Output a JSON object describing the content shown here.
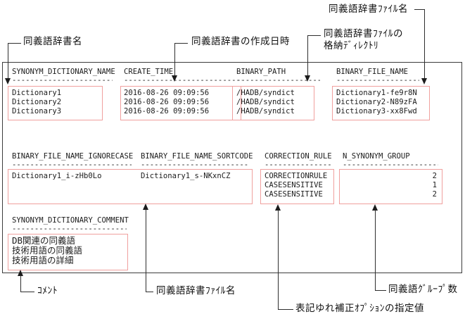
{
  "colors": {
    "highlight_box": "#f0a09e",
    "line": "#2e2e2e",
    "background": "#ffffff",
    "text": "#1c1c1c"
  },
  "ruler": "------------------------------------------------------------",
  "annotations": {
    "dictionary_name": "同義語辞書名",
    "create_time": "同義語辞書の作成日時",
    "storage_dir_line1": "同義語辞書ﾌｧｲﾙの",
    "storage_dir_line2": "格納ﾃﾞｨﾚｸﾄﾘ",
    "file_name_top": "同義語辞書ﾌｧｲﾙ名",
    "comment": "ｺﾒﾝﾄ",
    "file_name_bottom": "同義語辞書ﾌｧｲﾙ名",
    "correction_option": "表記ゆれ補正ｵﾌﾟｼｮﾝの指定値",
    "synonym_group_count": "同義語ｸﾞﾙｰﾌﾟ数"
  },
  "output": {
    "section1": {
      "columns": [
        {
          "header": "SYNONYM_DICTIONARY_NAME",
          "values": [
            "Dictionary1",
            "Dictionary2",
            "Dictionary3"
          ]
        },
        {
          "header": "CREATE_TIME",
          "values": [
            "2016-08-26 09:09:56",
            "2016-08-26 09:09:56",
            "2016-08-26 09:09:56"
          ]
        },
        {
          "header": "BINARY_PATH",
          "values": [
            "/HADB/syndict",
            "/HADB/syndict",
            "/HADB/syndict"
          ]
        },
        {
          "header": "BINARY_FILE_NAME",
          "values": [
            "Dictionary1-fe9r8N",
            "Dictionary2-N89zFA",
            "Dictionary3-xx8Fwd"
          ]
        }
      ]
    },
    "section2": {
      "columns": [
        {
          "header": "BINARY_FILE_NAME_IGNORECASE",
          "values": [
            "Dictionary1_i-zHb0Lo"
          ]
        },
        {
          "header": "BINARY_FILE_NAME_SORTCODE",
          "values": [
            "Dictionary1_s-NKxnCZ"
          ]
        },
        {
          "header": "CORRECTION_RULE",
          "values": [
            "CORRECTIONRULE",
            "CASESENSITIVE",
            "CASESENSITIVE"
          ]
        },
        {
          "header": "N_SYNONYM_GROUP",
          "values": [
            "2",
            "1",
            "2"
          ]
        }
      ]
    },
    "section3": {
      "columns": [
        {
          "header": "SYNONYM_DICTIONARY_COMMENT",
          "values": [
            "DB関連の同義語",
            "技術用語の同義語",
            "技術用語の詳細"
          ]
        }
      ]
    }
  }
}
